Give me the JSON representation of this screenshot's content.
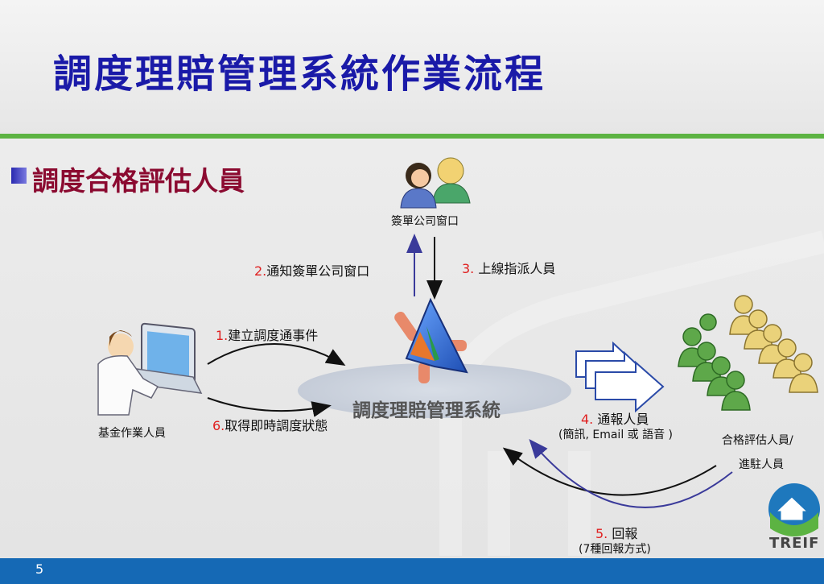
{
  "slide": {
    "title": "調度理賠管理系統作業流程",
    "subtitle": "調度合格評估人員",
    "page_number": "5"
  },
  "diagram": {
    "center_label": "調度理賠管理系統",
    "actors": {
      "fund_staff": "基金作業人員",
      "signing_window": "簽單公司窗口",
      "assessor_line1": "合格評估人員/",
      "assessor_line2": "進駐人員"
    },
    "steps": [
      {
        "num": "1.",
        "label": "建立調度通事件"
      },
      {
        "num": "2.",
        "label": "通知簽單公司窗口"
      },
      {
        "num": "3.",
        "label": " 上線指派人員"
      },
      {
        "num": "4.",
        "label": " 通報人員",
        "detail": "(簡訊, Email 或 語音 )"
      },
      {
        "num": "5.",
        "label": " 回報",
        "detail": "(7種回報方式)"
      },
      {
        "num": "6.",
        "label": "取得即時調度狀態"
      }
    ]
  },
  "logo": {
    "text": "TREIF"
  },
  "colors": {
    "title": "#1a1aa8",
    "subtitle": "#8b0a30",
    "accent_green": "#5cb342",
    "footer": "#1569b5",
    "step_number": "#e02020"
  }
}
